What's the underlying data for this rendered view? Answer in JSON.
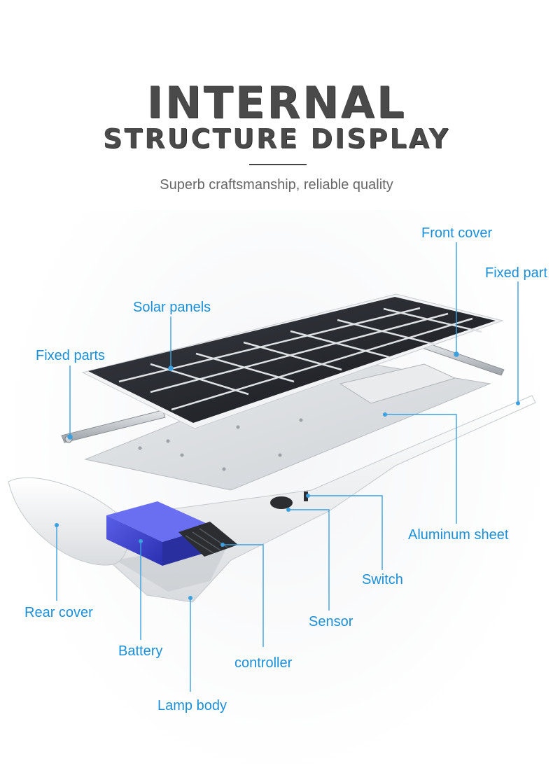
{
  "header": {
    "title_line1": "INTERNAL",
    "title_line2": "STRUCTURE DISPLAY",
    "subtitle": "Superb craftsmanship, reliable quality"
  },
  "labels": {
    "front_cover": "Front cover",
    "fixed_part": "Fixed part",
    "solar_panels": "Solar panels",
    "fixed_parts": "Fixed parts",
    "aluminum_sheet": "Aluminum sheet",
    "switch": "Switch",
    "sensor": "Sensor",
    "rear_cover": "Rear cover",
    "battery": "Battery",
    "controller": "controller",
    "lamp_body": "Lamp body"
  },
  "colors": {
    "label": "#1a8fd8",
    "leader": "#3aa0e0",
    "title": "#4a4a4a",
    "battery": "#3a3fd0",
    "panel_cell": "#1e2024"
  }
}
